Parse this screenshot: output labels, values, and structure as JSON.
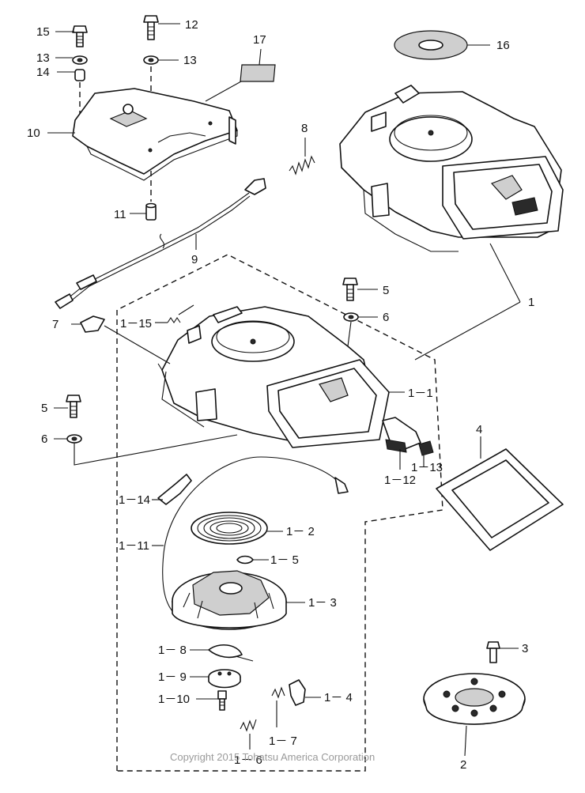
{
  "diagram": {
    "callouts": {
      "c15": "15",
      "c12": "12",
      "c13a": "13",
      "c13b": "13",
      "c14": "14",
      "c17": "17",
      "c16": "16",
      "c10": "10",
      "c8": "8",
      "c11": "11",
      "c9": "9",
      "c5a": "5",
      "c1": "1",
      "c7": "7",
      "c1_15": "1－15",
      "c6a": "6",
      "c1_1": "1－1",
      "c5b": "5",
      "c6b": "6",
      "c4": "4",
      "c1_12": "1－12",
      "c1_13": "1－13",
      "c1_14": "1－14",
      "c1_2": "1－ 2",
      "c1_11": "1－11",
      "c1_5": "1－ 5",
      "c1_3": "1－ 3",
      "c1_8": "1－ 8",
      "c3": "3",
      "c1_9": "1－ 9",
      "c1_4": "1－ 4",
      "c1_10": "1－10",
      "c1_7": "1－ 7",
      "c1_6": "1－ 6",
      "c2": "2"
    },
    "copyright": "Copyright 2015 Tohatsu America Corporation"
  }
}
